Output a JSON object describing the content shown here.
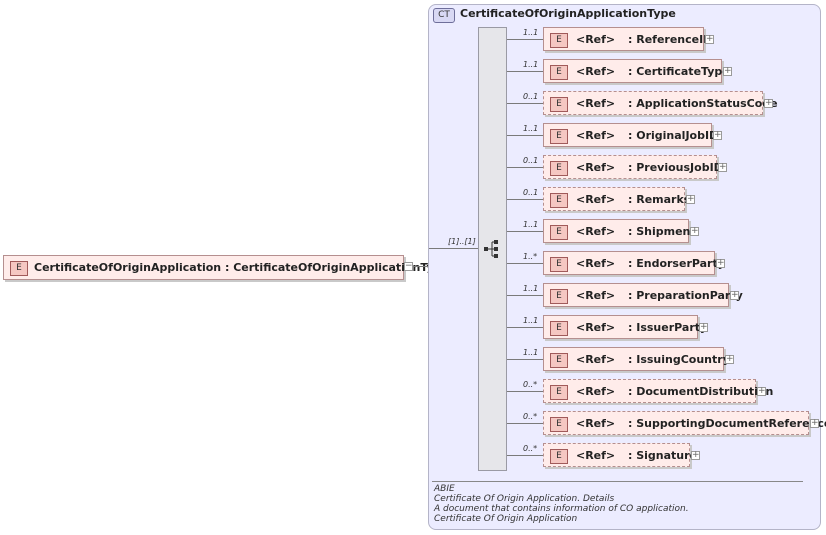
{
  "root": {
    "badge": "E",
    "name": "CertificateOfOriginApplication",
    "sep": ":",
    "type": "CertificateOfOriginApplicationType"
  },
  "complex_type": {
    "badge": "CT",
    "name": "CertificateOfOriginApplicationType"
  },
  "sequence_cardinality": "[1]..[1]",
  "elements": [
    {
      "card": "1..1",
      "badge": "E",
      "ref": "<Ref>",
      "name": ": ReferenceID",
      "optional": false
    },
    {
      "card": "1..1",
      "badge": "E",
      "ref": "<Ref>",
      "name": ": CertificateType",
      "optional": false
    },
    {
      "card": "0..1",
      "badge": "E",
      "ref": "<Ref>",
      "name": ": ApplicationStatusCode",
      "optional": true
    },
    {
      "card": "1..1",
      "badge": "E",
      "ref": "<Ref>",
      "name": ": OriginalJobID",
      "optional": false
    },
    {
      "card": "0..1",
      "badge": "E",
      "ref": "<Ref>",
      "name": ": PreviousJobID",
      "optional": true
    },
    {
      "card": "0..1",
      "badge": "E",
      "ref": "<Ref>",
      "name": ": Remarks",
      "optional": true
    },
    {
      "card": "1..1",
      "badge": "E",
      "ref": "<Ref>",
      "name": ": Shipment",
      "optional": false
    },
    {
      "card": "1..*",
      "badge": "E",
      "ref": "<Ref>",
      "name": ": EndorserParty",
      "optional": false
    },
    {
      "card": "1..1",
      "badge": "E",
      "ref": "<Ref>",
      "name": ": PreparationParty",
      "optional": false
    },
    {
      "card": "1..1",
      "badge": "E",
      "ref": "<Ref>",
      "name": ": IssuerParty",
      "optional": false
    },
    {
      "card": "1..1",
      "badge": "E",
      "ref": "<Ref>",
      "name": ": IssuingCountry",
      "optional": false
    },
    {
      "card": "0..*",
      "badge": "E",
      "ref": "<Ref>",
      "name": ": DocumentDistribution",
      "optional": true
    },
    {
      "card": "0..*",
      "badge": "E",
      "ref": "<Ref>",
      "name": ": SupportingDocumentReference",
      "optional": true
    },
    {
      "card": "0..*",
      "badge": "E",
      "ref": "<Ref>",
      "name": ": Signature",
      "optional": true
    }
  ],
  "documentation": [
    "ABIE",
    "Certificate Of Origin Application. Details",
    "A document that contains information of CO application.",
    "Certificate Of Origin Application"
  ],
  "colors": {
    "element_fill": "#ffecea",
    "complex_type_fill": "#ececff",
    "element_border": "#b58f8f"
  },
  "icons": {
    "expand": "plus-icon",
    "collapse": "minus-icon",
    "sequence": "sequence-icon"
  }
}
